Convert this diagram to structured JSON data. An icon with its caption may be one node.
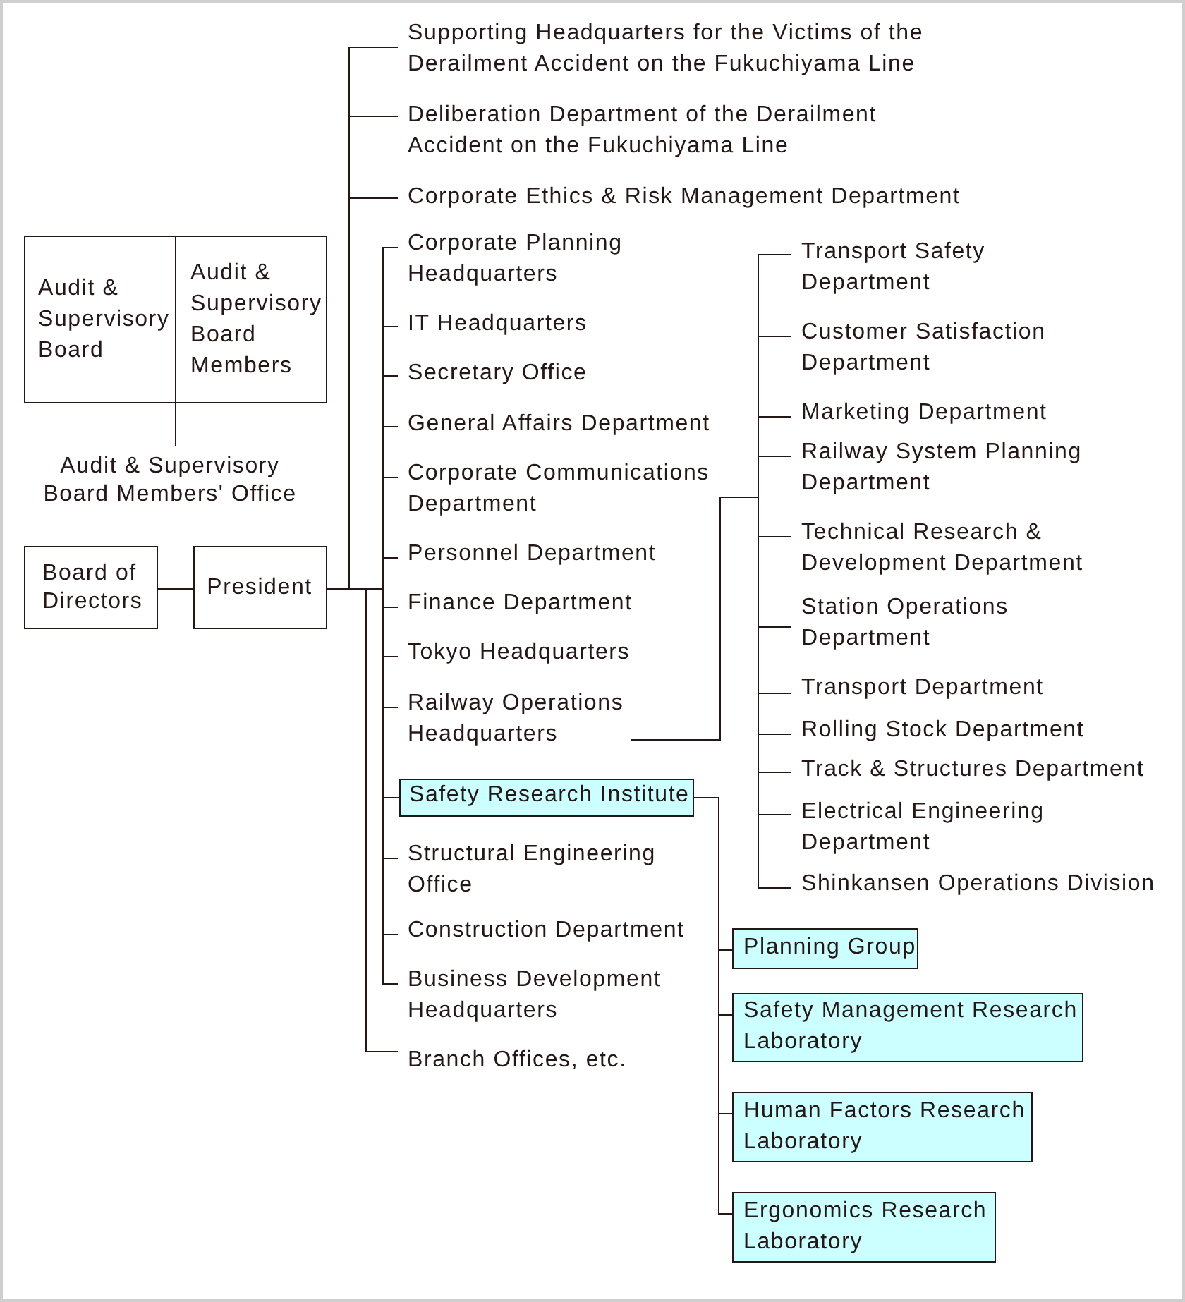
{
  "diagram": {
    "nodes": [
      {
        "text": [
          "Audit & Supervisory Board"
        ]
      },
      {
        "text": [
          "Audit & Supervisory Board Members"
        ]
      },
      {
        "text": [
          "Audit & Supervisory Board Members' Office"
        ]
      },
      {
        "text": [
          "Board of Directors"
        ]
      },
      {
        "text": [
          "President"
        ]
      },
      {
        "text": [
          "Supporting Headquarters for the Victims of the Derailment Accident on the Fukuchiyama Line"
        ]
      },
      {
        "text": [
          "Deliberation Department of the Derailment Accident on the Fukuchiyama Line"
        ]
      },
      {
        "text": [
          "Corporate Ethics & Risk Management Department"
        ]
      },
      {
        "text": [
          "Corporate Planning Headquarters"
        ]
      },
      {
        "text": [
          "IT Headquarters"
        ]
      },
      {
        "text": [
          "Secretary Office"
        ]
      },
      {
        "text": [
          "General Affairs Department"
        ]
      },
      {
        "text": [
          "Corporate Communications Department"
        ]
      },
      {
        "text": [
          "Personnel Department"
        ]
      },
      {
        "text": [
          "Finance Department"
        ]
      },
      {
        "text": [
          "Tokyo Headquarters"
        ]
      },
      {
        "text": [
          "Railway Operations Headquarters"
        ]
      },
      {
        "text": [
          "Safety Research Institute"
        ]
      },
      {
        "text": [
          "Structural Engineering Office"
        ]
      },
      {
        "text": [
          "Construction Department"
        ]
      },
      {
        "text": [
          "Business Development Headquarters"
        ]
      },
      {
        "text": [
          "Branch Offices, etc."
        ]
      },
      {
        "text": [
          "Transport Safety Department"
        ]
      },
      {
        "text": [
          "Customer Satisfaction Department"
        ]
      },
      {
        "text": [
          "Marketing Department"
        ]
      },
      {
        "text": [
          "Railway System Planning Department"
        ]
      },
      {
        "text": [
          "Technical Research & Development Department"
        ]
      },
      {
        "text": [
          "Station Operations Department"
        ]
      },
      {
        "text": [
          "Transport Department"
        ]
      },
      {
        "text": [
          "Rolling Stock Department"
        ]
      },
      {
        "text": [
          "Track & Structures Department"
        ]
      },
      {
        "text": [
          "Electrical Engineering Department"
        ]
      },
      {
        "text": [
          "Shinkansen Operations Division"
        ]
      },
      {
        "text": [
          "Planning Group"
        ]
      },
      {
        "text": [
          "Safety Management Research Laboratory"
        ]
      },
      {
        "text": [
          "Human Factors Research Laboratory"
        ]
      },
      {
        "text": [
          "Ergonomics Research Laboratory"
        ]
      }
    ],
    "edges": [
      {
        "from": 1,
        "to": 2,
        "arrow": "none"
      },
      {
        "from": 3,
        "to": 4,
        "arrow": "none"
      },
      {
        "from": 4,
        "to": 5,
        "arrow": "none"
      },
      {
        "from": 4,
        "to": 6,
        "arrow": "none"
      },
      {
        "from": 4,
        "to": 7,
        "arrow": "none"
      },
      {
        "from": 4,
        "to": 8,
        "arrow": "none"
      },
      {
        "from": 4,
        "to": 9,
        "arrow": "none"
      },
      {
        "from": 4,
        "to": 10,
        "arrow": "none"
      },
      {
        "from": 4,
        "to": 11,
        "arrow": "none"
      },
      {
        "from": 4,
        "to": 12,
        "arrow": "none"
      },
      {
        "from": 4,
        "to": 13,
        "arrow": "none"
      },
      {
        "from": 4,
        "to": 14,
        "arrow": "none"
      },
      {
        "from": 4,
        "to": 15,
        "arrow": "none"
      },
      {
        "from": 4,
        "to": 16,
        "arrow": "none"
      },
      {
        "from": 4,
        "to": 17,
        "arrow": "none"
      },
      {
        "from": 4,
        "to": 18,
        "arrow": "none"
      },
      {
        "from": 4,
        "to": 19,
        "arrow": "none"
      },
      {
        "from": 4,
        "to": 20,
        "arrow": "none"
      },
      {
        "from": 4,
        "to": 21,
        "arrow": "none"
      },
      {
        "from": 16,
        "to": 22,
        "arrow": "none"
      },
      {
        "from": 16,
        "to": 23,
        "arrow": "none"
      },
      {
        "from": 16,
        "to": 24,
        "arrow": "none"
      },
      {
        "from": 16,
        "to": 25,
        "arrow": "none"
      },
      {
        "from": 16,
        "to": 26,
        "arrow": "none"
      },
      {
        "from": 16,
        "to": 27,
        "arrow": "none"
      },
      {
        "from": 16,
        "to": 28,
        "arrow": "none"
      },
      {
        "from": 16,
        "to": 29,
        "arrow": "none"
      },
      {
        "from": 16,
        "to": 30,
        "arrow": "none"
      },
      {
        "from": 16,
        "to": 31,
        "arrow": "none"
      },
      {
        "from": 16,
        "to": 32,
        "arrow": "none"
      },
      {
        "from": 17,
        "to": 33,
        "arrow": "none"
      },
      {
        "from": 17,
        "to": 34,
        "arrow": "none"
      },
      {
        "from": 17,
        "to": 35,
        "arrow": "none"
      },
      {
        "from": 17,
        "to": 36,
        "arrow": "none"
      }
    ]
  }
}
